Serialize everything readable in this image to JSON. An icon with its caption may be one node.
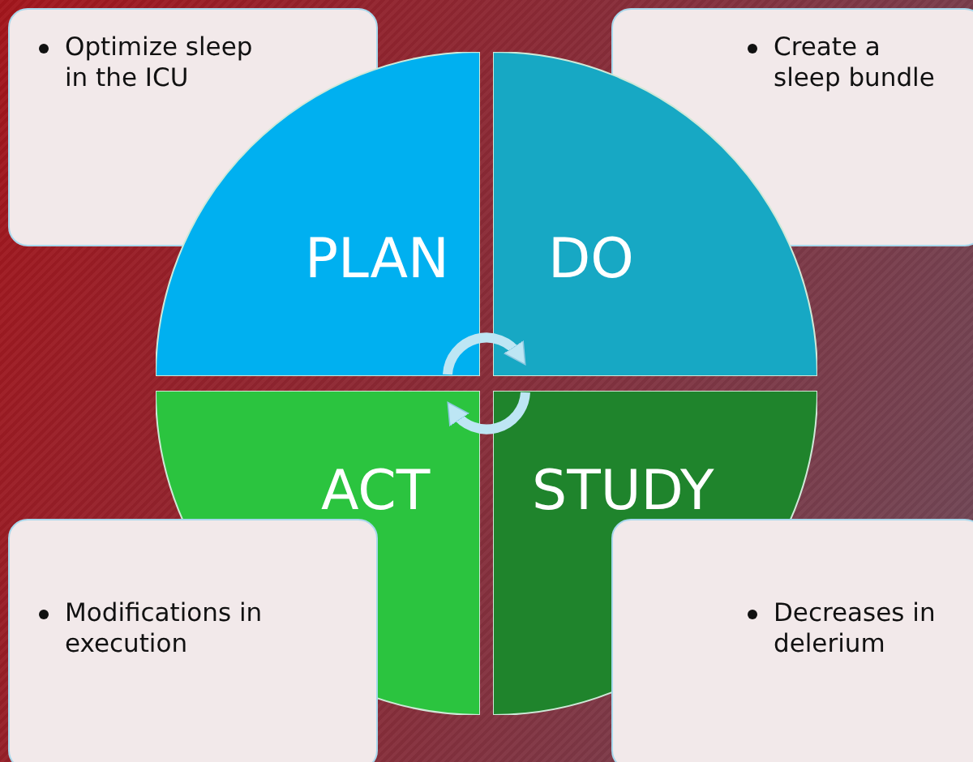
{
  "diagram": {
    "nodes": [
      {
        "text": [
          "Optimize sleep in the ICU"
        ]
      },
      {
        "text": [
          "Create a sleep bundle"
        ]
      },
      {
        "text": [
          "PLAN"
        ]
      },
      {
        "text": [
          "DO"
        ]
      },
      {
        "text": [
          "ACT"
        ]
      },
      {
        "text": [
          "STUDY"
        ]
      },
      {
        "text": [
          "Modifications in execution"
        ]
      },
      {
        "text": [
          "Decreases in delerium"
        ]
      }
    ],
    "edges": [
      {
        "from": 2,
        "to": 3,
        "arrow": "to"
      },
      {
        "from": 5,
        "to": 4,
        "arrow": "to"
      }
    ]
  }
}
